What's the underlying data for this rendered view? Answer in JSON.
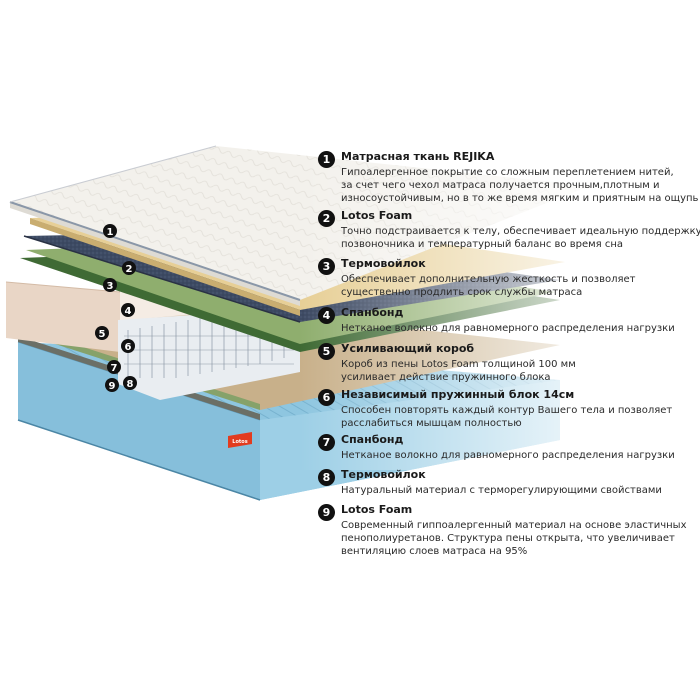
{
  "items": [
    {
      "number": "1",
      "title": "Матрасная ткань REJIKA",
      "lines": [
        "Гипоалергенное покрытие со сложным переплетением нитей,",
        "за счет чего чехол матраса получается прочным,плотным и",
        "износоустойчивым, но в то же время мягким и приятным на ощупь"
      ]
    },
    {
      "number": "2",
      "title": "Lotos Foam",
      "lines": [
        "Точно подстраивается к телу, обеспечивает идеальную поддержку",
        "позвоночника и температурный баланс во время сна"
      ]
    },
    {
      "number": "3",
      "title": "Термовойлок",
      "lines": [
        "Обеспечивает дополнительную жесткость и позволяет",
        "существенно продлить срок службы матраса"
      ]
    },
    {
      "number": "4",
      "title": "Спанбонд",
      "lines": [
        "Нетканое волокно для равномерного распределения нагрузки"
      ]
    },
    {
      "number": "5",
      "title": "Усиливающий короб",
      "lines": [
        "Короб из пены Lotos Foam толщиной 100 мм",
        "усиливает действие пружинного блока"
      ]
    },
    {
      "number": "6",
      "title": "Независимый пружинный блок 14см",
      "lines": [
        "Способен повторять каждый контур Вашего тела и позволяет",
        "расслабиться мышцам полностью"
      ]
    },
    {
      "number": "7",
      "title": "Спанбонд",
      "lines": [
        "Нетканое волокно для равномерного распределения нагрузки"
      ]
    },
    {
      "number": "8",
      "title": "Термовойлок",
      "lines": [
        "Натуральный материал с терморегулирующими свойствами"
      ]
    },
    {
      "number": "9",
      "title": "Lotos Foam",
      "lines": [
        "Современный гиппоалергенный материал на основе эластичных",
        "пенополиуретанов. Структура пены открыта, что увеличивает",
        "вентиляцию слоев матраса на 95%"
      ]
    }
  ],
  "badges": [
    "1",
    "2",
    "3",
    "4",
    "5",
    "6",
    "7",
    "8",
    "9"
  ],
  "brand_tag": "Lotos",
  "colors": {
    "cover": "#f3f1ec",
    "latex_foam": "#e7cf96",
    "felt": "#3d4a63",
    "spunbond": "#8fae6e",
    "box": "#e9d6c6",
    "springs": "#e9edf1",
    "base_foam": "#8ec6e0",
    "badge": "#111111"
  }
}
